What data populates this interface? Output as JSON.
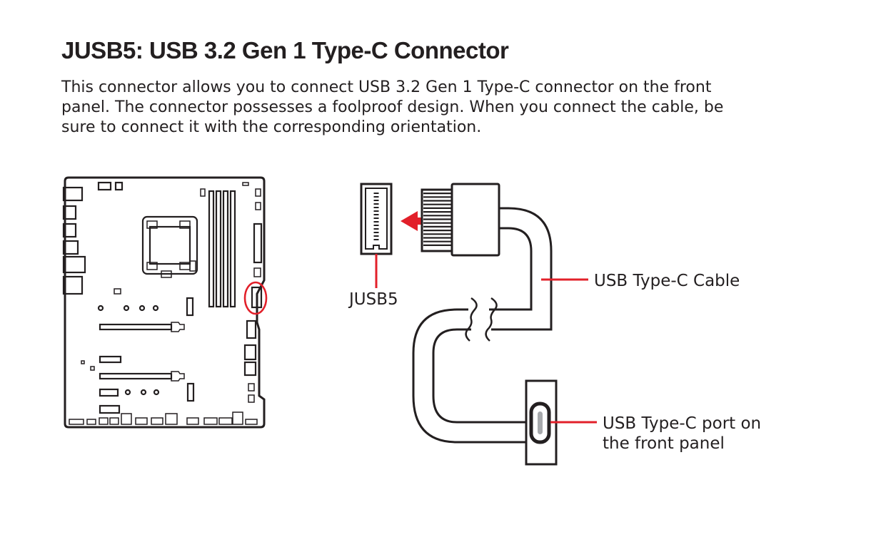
{
  "heading": {
    "title": "JUSB5: USB 3.2 Gen 1 Type-C Connector"
  },
  "description": {
    "lines": [
      "This connector allows you to connect USB 3.2 Gen 1 Type-C connector on the front",
      "panel. The connector possesses a foolproof design. When you connect the cable, be",
      "sure to connect it with the corresponding orientation."
    ]
  },
  "diagram": {
    "connector_label": "JUSB5",
    "cable_label": "USB Type-C Cable",
    "port_label_lines": [
      "USB Type-C port on",
      "the front panel"
    ],
    "accent_color": "#e2202a",
    "line_color": "#231f20"
  }
}
